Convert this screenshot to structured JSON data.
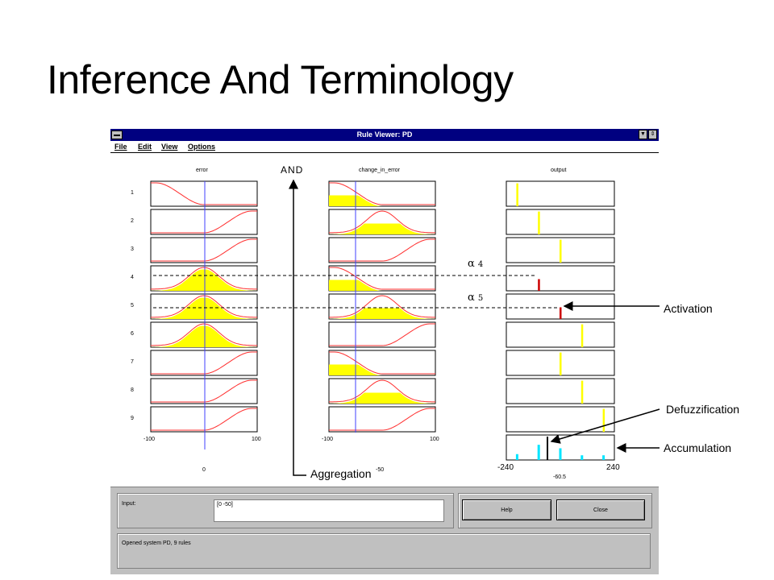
{
  "slide": {
    "title": "Inference And Terminology"
  },
  "window": {
    "title": "Rule Viewer: PD",
    "menu": [
      "File",
      "Edit",
      "View",
      "Options"
    ]
  },
  "columns": {
    "input1": "error",
    "input2": "change_in_error",
    "output": "output"
  },
  "row_labels": [
    "1",
    "2",
    "3",
    "4",
    "5",
    "6",
    "7",
    "8",
    "9"
  ],
  "axis": {
    "input1_min": "-100",
    "input1_max": "100",
    "input1_value": "0",
    "input2_min": "-100",
    "input2_max": "100",
    "input2_value": "-50",
    "output_min": "-240",
    "output_max": "240",
    "output_value": "-60.5"
  },
  "annotations": {
    "and_label": "AND",
    "aggregation": "Aggregation",
    "activation": "Activation",
    "defuzzification": "Defuzzification",
    "accumulation": "Accumulation",
    "alpha4_sym": "α",
    "alpha4_sub": "4",
    "alpha5_sym": "α",
    "alpha5_sub": "5"
  },
  "panel": {
    "input_label": "Input:",
    "input_value": "[0 -50]",
    "help_label": "Help",
    "close_label": "Close",
    "status": "Opened system PD, 9 rules"
  },
  "colors": {
    "fill": "#ffff00",
    "curve": "#ff3030",
    "marker": "#4040ff",
    "accum": "#00e5ff",
    "titlebar": "#000080"
  },
  "rules": {
    "error_shape": [
      "Z",
      "S",
      "S",
      "G",
      "G",
      "G",
      "S",
      "S",
      "S"
    ],
    "error_fill": [
      0,
      0,
      0,
      0.98,
      0.98,
      0.98,
      0,
      0,
      0
    ],
    "cie_shape": [
      "Z",
      "G",
      "S",
      "Z",
      "G",
      "S",
      "Z",
      "G",
      "S"
    ],
    "cie_fill": [
      0.5,
      0.5,
      0,
      0.5,
      0.5,
      0,
      0.5,
      0.5,
      0
    ],
    "output_pos": [
      0.1,
      0.3,
      0.5,
      0.3,
      0.5,
      0.7,
      0.5,
      0.7,
      0.9
    ],
    "output_height": [
      0.98,
      0.98,
      0.98,
      0.5,
      0.5,
      0.98,
      0.98,
      0.98,
      0.98
    ]
  }
}
